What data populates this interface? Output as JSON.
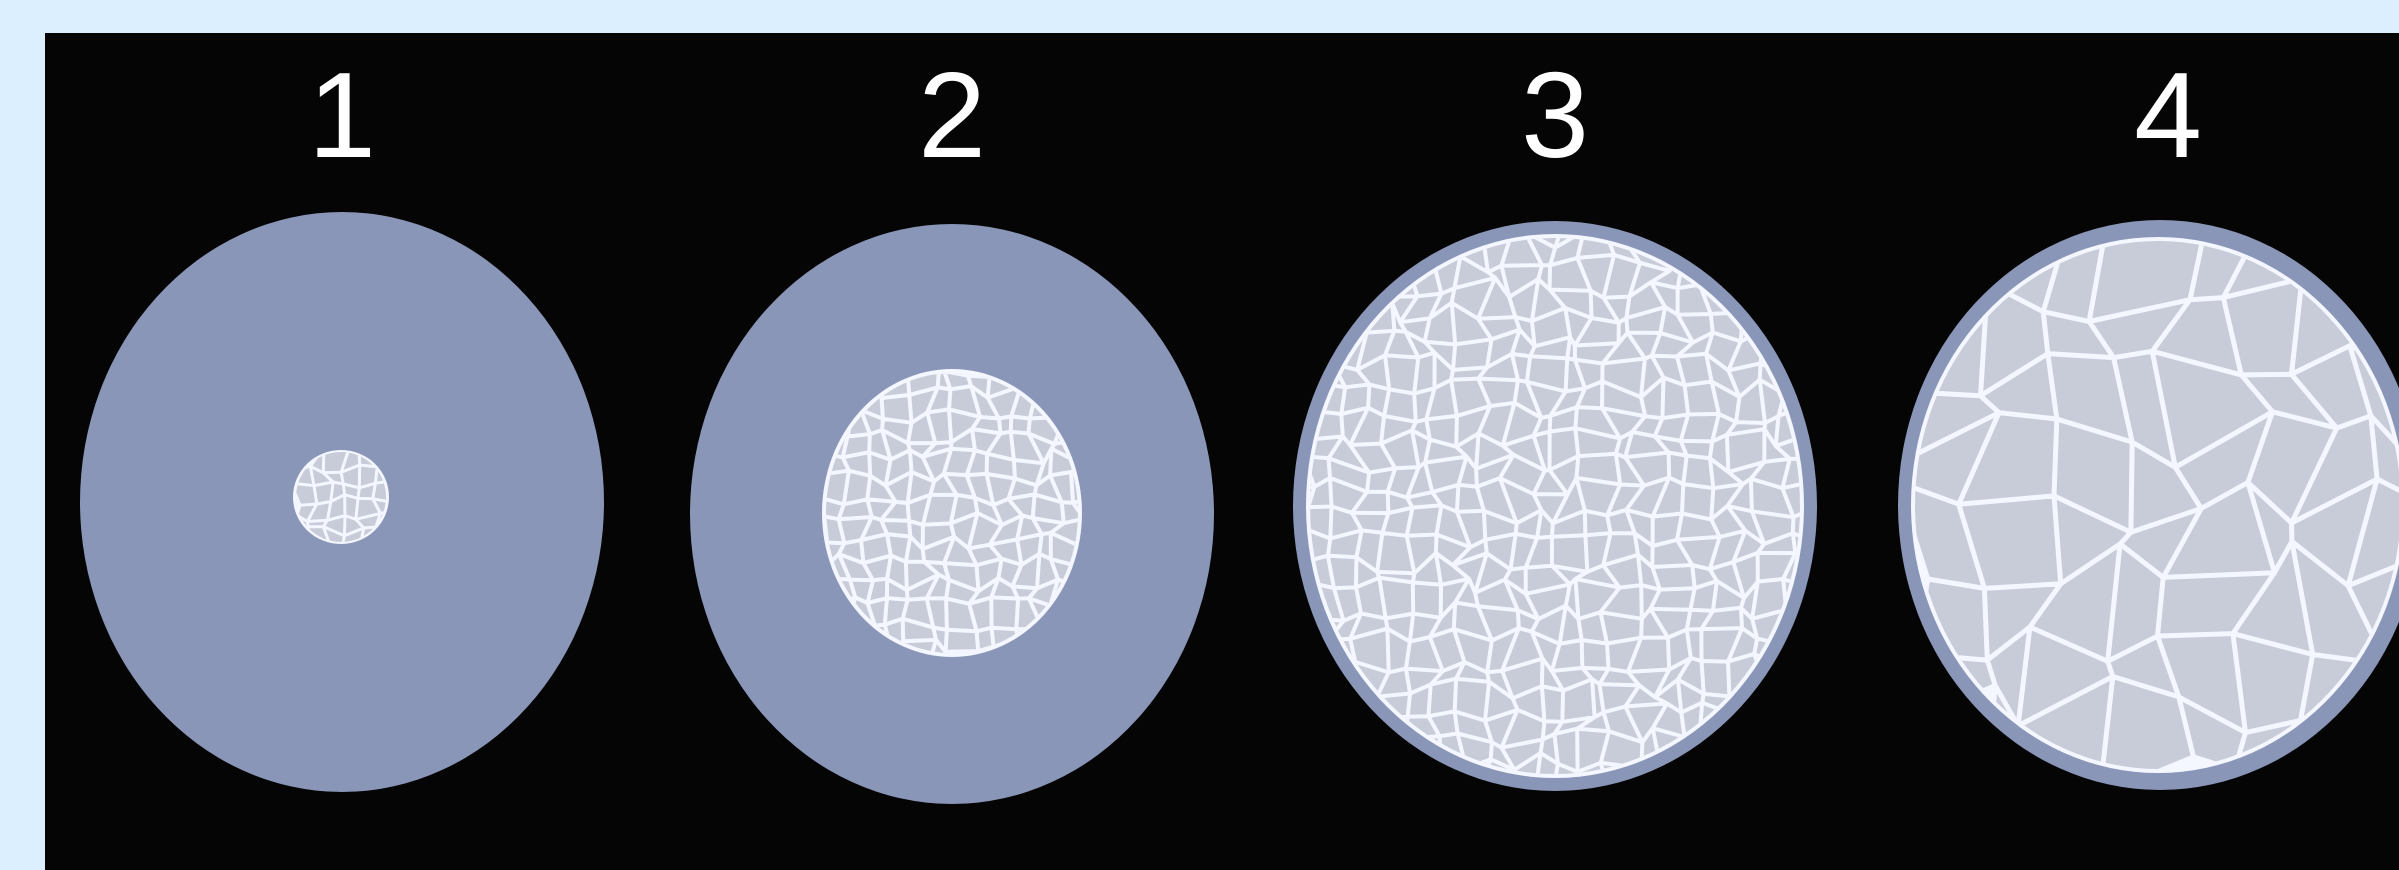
{
  "stages": [
    {
      "label": "1"
    },
    {
      "label": "2"
    },
    {
      "label": "3"
    },
    {
      "label": "4"
    }
  ],
  "colors": {
    "page_background": "#dcefff",
    "panel_background": "#050505",
    "label": "#ffffff",
    "disc": "#8a96b8",
    "cell_fill": "#c8ccd9",
    "cell_outline": "#f4f7ff"
  }
}
